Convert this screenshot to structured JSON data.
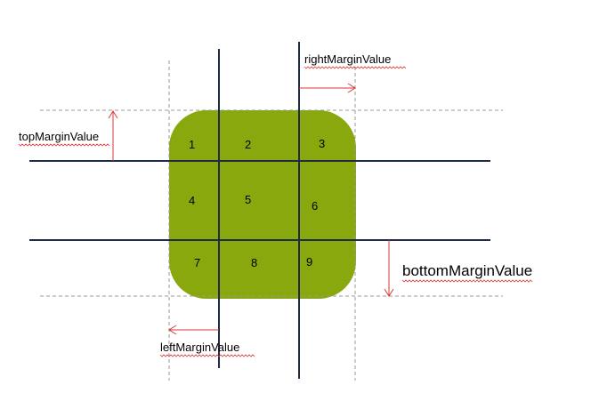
{
  "labels": {
    "top": "topMarginValue",
    "right": "rightMarginValue",
    "bottom": "bottomMarginValue",
    "left": "leftMarginValue"
  },
  "cells": [
    "1",
    "2",
    "3",
    "4",
    "5",
    "6",
    "7",
    "8",
    "9"
  ],
  "colors": {
    "fill": "#88a80d",
    "slice_line": "#1f2d44",
    "guide": "#9a9a9a",
    "arrow": "#d63a3a"
  }
}
